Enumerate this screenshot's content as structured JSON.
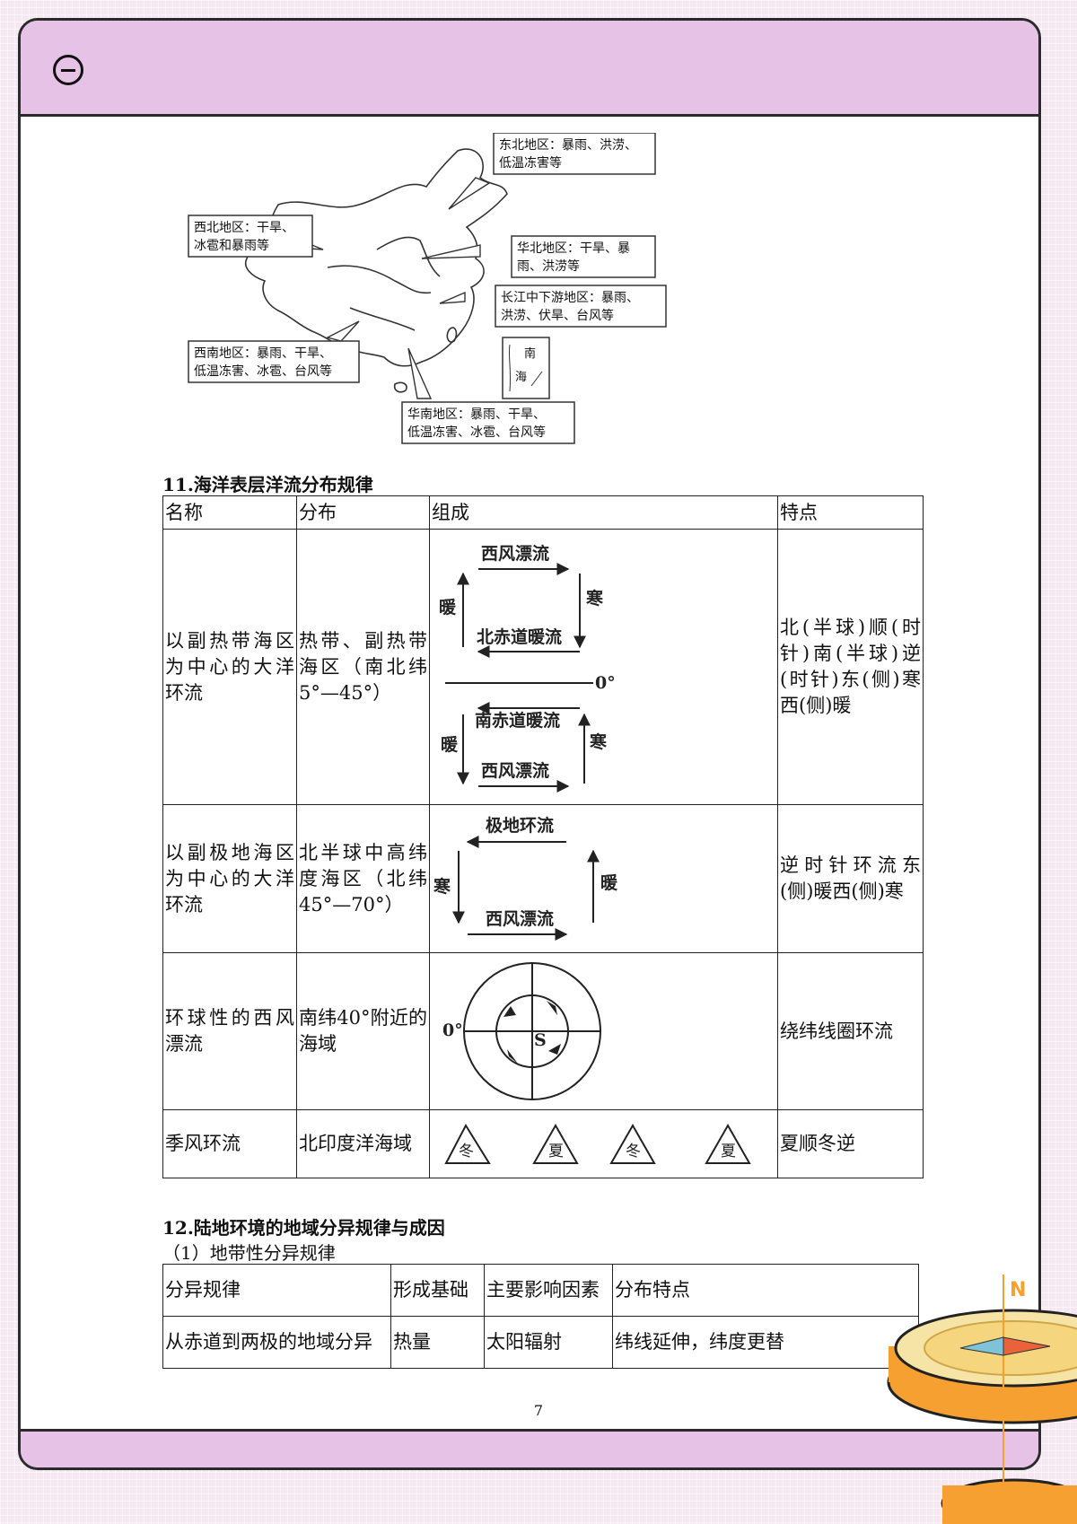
{
  "page_number": "7",
  "map": {
    "labels": [
      [
        "东北地区：暴雨、洪涝、",
        "低温冻害等"
      ],
      [
        "西北地区：干旱、",
        "冰雹和暴雨等"
      ],
      [
        "华北地区：干旱、暴",
        "雨、洪涝等"
      ],
      [
        "长江中下游地区：暴雨、",
        "洪涝、伏旱、台风等"
      ],
      [
        "西南地区：暴雨、干旱、",
        "低温冻害、冰雹、台风等"
      ],
      [
        "华南地区：暴雨、干旱、",
        "低温冻害、冰雹、台风等"
      ]
    ],
    "inset": [
      "南",
      "海"
    ]
  },
  "section11": {
    "title": "11.海洋表层洋流分布规律",
    "headers": [
      "名称",
      "分布",
      "组成",
      "特点"
    ],
    "rows": [
      {
        "name": "以副热带海区为中心的大洋环流",
        "distribution": "热带、副热带海区（南北纬5°—45°）",
        "feature": "北(半球)顺(时针)南(半球)逆(时针)东(侧)寒西(侧)暖"
      },
      {
        "name": "以副极地海区为中心的大洋环流",
        "distribution": "北半球中高纬度海区（北纬 45°—70°）",
        "feature": "逆时针环流东(侧)暖西(侧)寒"
      },
      {
        "name": "环球性的西风漂流",
        "distribution": "南纬40°附近的海域",
        "feature": "绕纬线圈环流"
      },
      {
        "name": "季风环流",
        "distribution": "北印度洋海域",
        "feature": "夏顺冬逆"
      }
    ],
    "diagram1": {
      "top": "西风漂流",
      "warm": "暖",
      "cold": "寒",
      "n_eq": "北赤道暖流",
      "zero": "0°",
      "s_eq": "南赤道暖流",
      "bottom": "西风漂流"
    },
    "diagram2": {
      "top": "极地环流",
      "cold": "寒",
      "warm": "暖",
      "bottom": "西风漂流"
    },
    "diagram3": {
      "zero": "0°",
      "center": "S"
    },
    "diagram4": [
      "冬",
      "夏",
      "冬",
      "夏"
    ]
  },
  "section12": {
    "title": "12.陆地环境的地域分异规律与成因",
    "subtitle": "（1）地带性分异规律",
    "headers": [
      "分异规律",
      "形成基础",
      "主要影响因素",
      "分布特点"
    ],
    "rows": [
      [
        "从赤道到两极的地域分异",
        "热量",
        "太阳辐射",
        "纬线延伸，纬度更替"
      ]
    ]
  },
  "compass": {
    "north": "N"
  },
  "colors": {
    "band": "#e6c2e6",
    "compass_orange": "#f5a030",
    "compass_yellow": "#f6e3a6"
  }
}
